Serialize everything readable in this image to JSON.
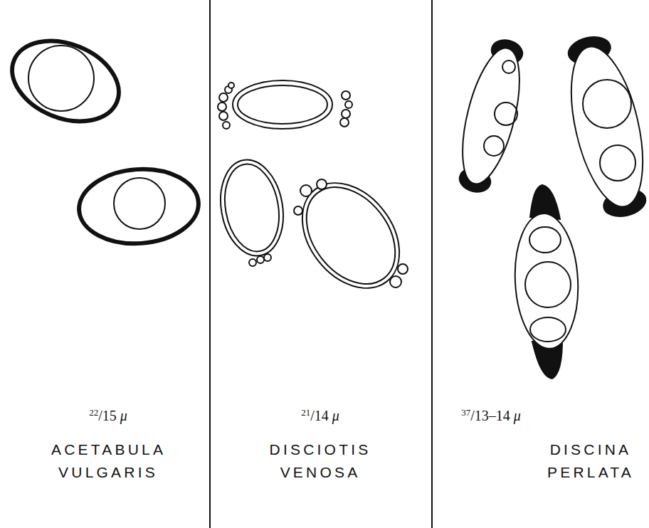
{
  "diagram": {
    "labels": [
      "22/15 μ",
      "ACETABULA VULGARIS",
      "21/14 μ",
      "DISCIOTIS VENOSA",
      "37/13–14 μ",
      "DISCINA PERLATA"
    ]
  }
}
